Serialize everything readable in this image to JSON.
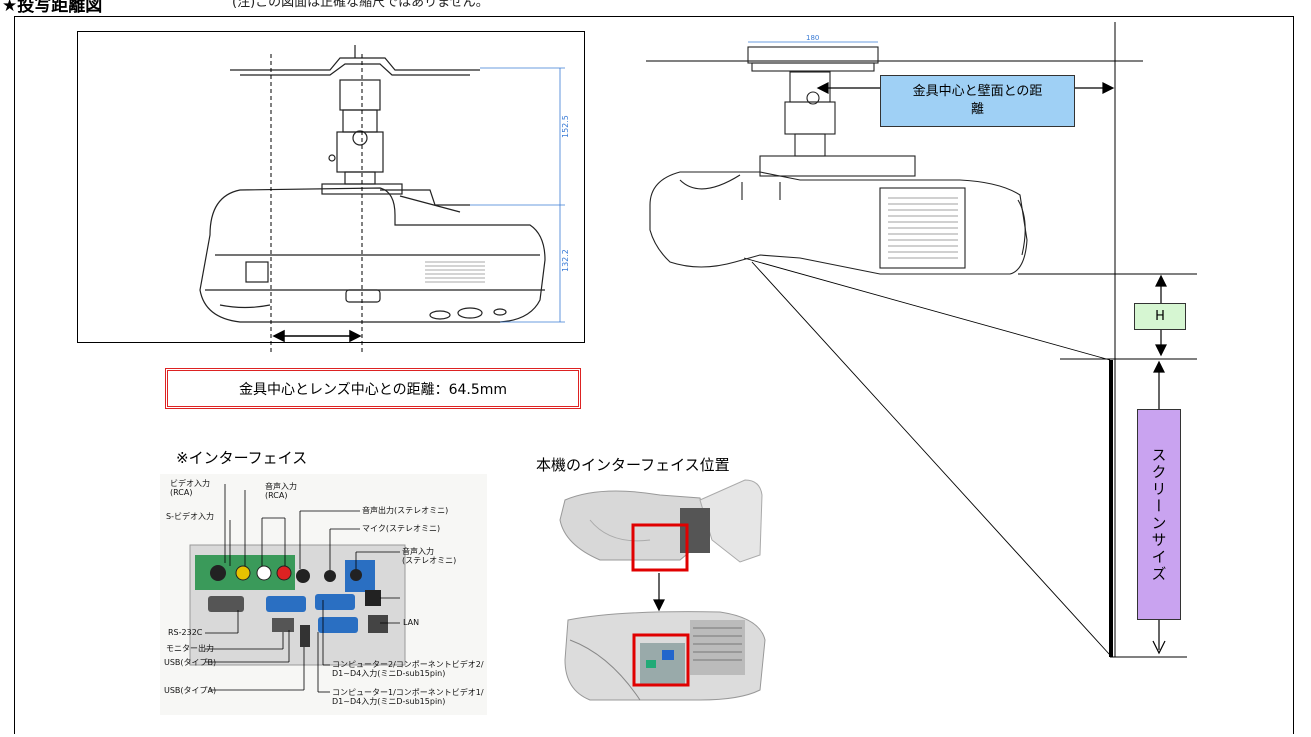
{
  "header": {
    "title": "★投写距離図",
    "note": "(注)この図面は正確な縮尺ではありません。"
  },
  "front_view": {
    "dim_top": "152.5",
    "dim_bottom": "132.2"
  },
  "lens_distance": {
    "label": "金具中心とレンズ中心との距離：64.5mm"
  },
  "side_view": {
    "dim_width": "180",
    "callout": "金具中心と壁面との距離",
    "h_label": "H",
    "screen_label": "スクリーンサイズ"
  },
  "interface": {
    "title": "※インターフェイス",
    "labels": {
      "video": "ビデオ入力\n(RCA)",
      "audio_in": "音声入力\n(RCA)",
      "s_video": "S-ビデオ入力",
      "audio_out": "音声出力(ステレオミニ)",
      "mic": "マイク(ステレオミニ)",
      "audio_in_mini": "音声入力\n(ステレオミニ)",
      "rs232c": "RS-232C",
      "lan": "LAN",
      "monitor": "モニター出力",
      "usb_b": "USB(タイプB)",
      "usb_a": "USB(タイプA)",
      "comp2": "コンピューター2/コンポーネントビデオ2/\nD1~D4入力(ミニD-sub15pin)",
      "comp1": "コンピューター1/コンポーネントビデオ1/\nD1~D4入力(ミニD-sub15pin)"
    }
  },
  "location": {
    "title": "本機のインターフェイス位置"
  },
  "colors": {
    "callout_blue": "#9fd0f5",
    "h_green": "#d6f6d2",
    "screen_purple": "#c9a3f0",
    "double_border_red": "#dd2222",
    "highlight_red": "#e00000"
  }
}
